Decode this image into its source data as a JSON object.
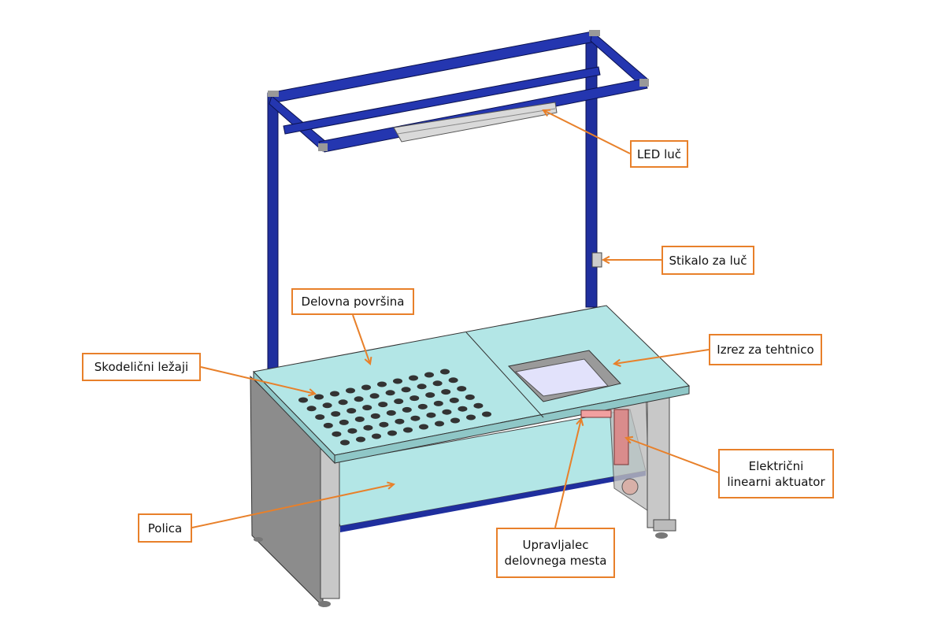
{
  "colors": {
    "accent": "#e8802a",
    "frame": "#1f2f9e",
    "surface": "#b3e6e6",
    "panel": "#8c8c8c"
  },
  "labels": {
    "led": "LED luč",
    "switch": "Stikalo za luč",
    "work_surface": "Delovna površina",
    "ball_bearings": "Skodelični ležaji",
    "scale_cutout": "Izrez za tehtnico",
    "actuator_line1": "Električni",
    "actuator_line2": "linearni aktuator",
    "controller_line1": "Upravljalec",
    "controller_line2": "delovnega mesta",
    "shelf": "Polica"
  }
}
